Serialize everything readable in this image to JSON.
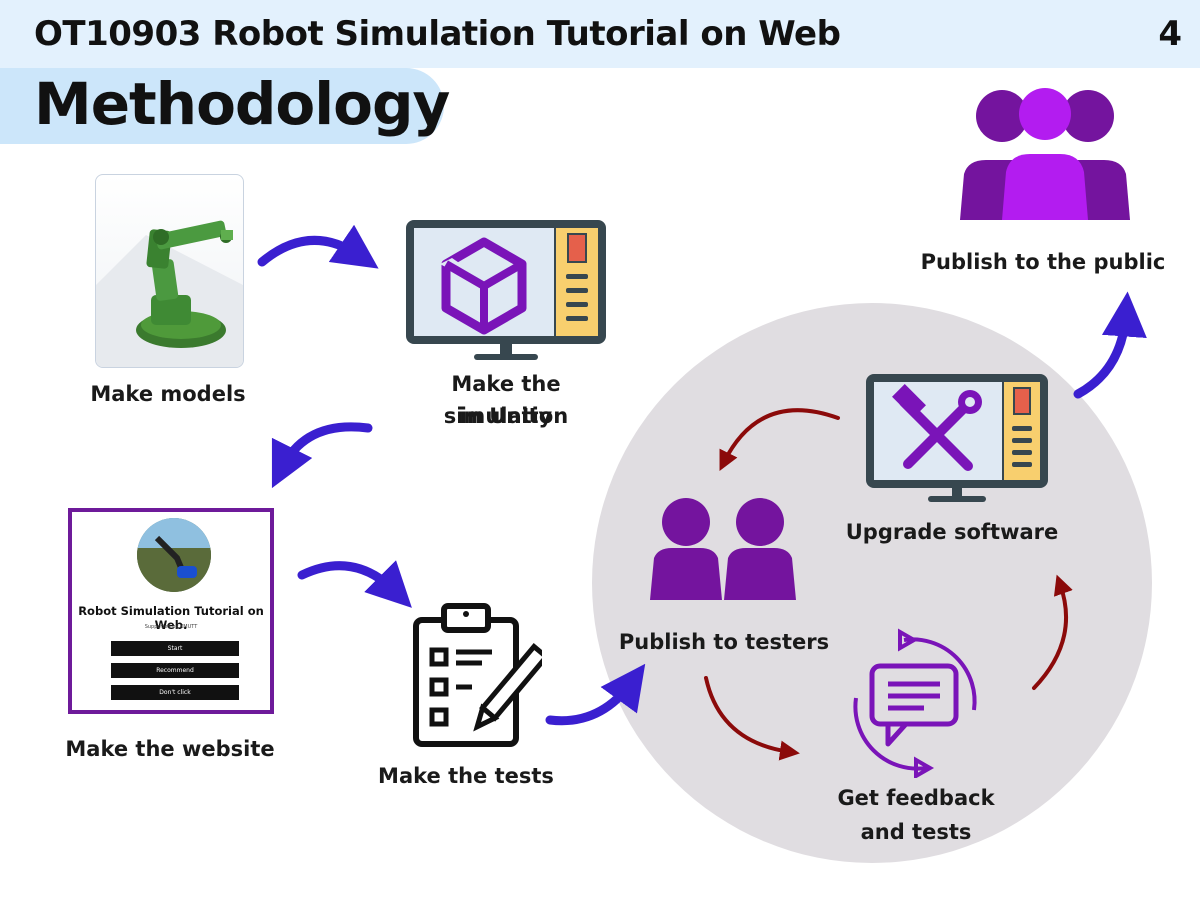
{
  "header": {
    "title": "OT10903 Robot Simulation Tutorial on Web",
    "page_number": "4"
  },
  "section": {
    "title": "Methodology"
  },
  "steps": {
    "make_models": "Make models",
    "make_simulation_line1": "Make the simulation",
    "make_simulation_line2": "in Unity",
    "make_website": "Make the website",
    "make_tests": "Make the tests",
    "publish_testers": "Publish to testers",
    "get_feedback_line1": "Get feedback",
    "get_feedback_line2": "and tests",
    "upgrade_software": "Upgrade software",
    "publish_public": "Publish to the public"
  },
  "website_mock": {
    "title": "Robot Simulation Tutorial on Web.",
    "subtitle": "Supported by KMUTT",
    "buttons": [
      "Start",
      "Recommend",
      "Don't click"
    ]
  },
  "colors": {
    "header_bg": "#e3f1fd",
    "title_pill": "#cce6fa",
    "circle_bg": "#e0dde1",
    "arrow_blue": "#3a1fd0",
    "arrow_red": "#8b0a0a",
    "purple_dark": "#6b0ea3",
    "purple_bright": "#b31cf0",
    "monitor_frame": "#37474f",
    "monitor_screen": "#dfe9f3",
    "panel_yellow": "#f8cf6e",
    "panel_red": "#e5604b"
  },
  "icons": {
    "robot_model": "robot-arm-model-image",
    "unity_monitor": "unity-logo-monitor-icon",
    "website": "website-screenshot",
    "tests": "clipboard-checklist-icon",
    "testers": "two-people-icon",
    "feedback": "chat-feedback-cycle-icon",
    "upgrade": "tools-monitor-icon",
    "public": "three-people-icon"
  }
}
